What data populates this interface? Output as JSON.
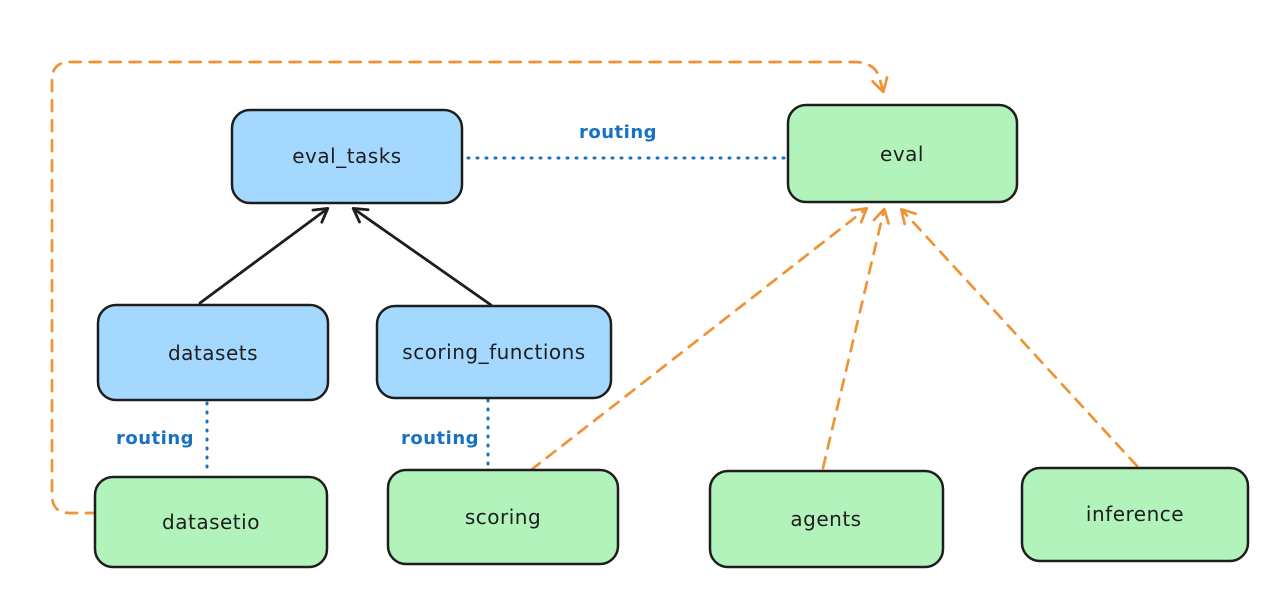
{
  "diagram": {
    "background": "#ffffff",
    "nodes": {
      "eval_tasks": {
        "label": "eval_tasks",
        "fill": "#a5d8ff"
      },
      "datasets": {
        "label": "datasets",
        "fill": "#a5d8ff"
      },
      "scoring_functions": {
        "label": "scoring_functions",
        "fill": "#a5d8ff"
      },
      "eval": {
        "label": "eval",
        "fill": "#b2f2bb"
      },
      "datasetio": {
        "label": "datasetio",
        "fill": "#b2f2bb"
      },
      "scoring": {
        "label": "scoring",
        "fill": "#b2f2bb"
      },
      "agents": {
        "label": "agents",
        "fill": "#b2f2bb"
      },
      "inference": {
        "label": "inference",
        "fill": "#b2f2bb"
      }
    },
    "edge_labels": {
      "eval_tasks_to_eval": "routing",
      "datasets_to_datasetio": "routing",
      "scoring_functions_to_scoring": "routing"
    },
    "colors": {
      "node_stroke": "#1e1e1e",
      "text": "#1e1e1e",
      "solid_arrow_black": "#1e1e1e",
      "dashed_arrow_orange": "#ef9435",
      "routing_dotted_blue": "#1971c2"
    }
  }
}
